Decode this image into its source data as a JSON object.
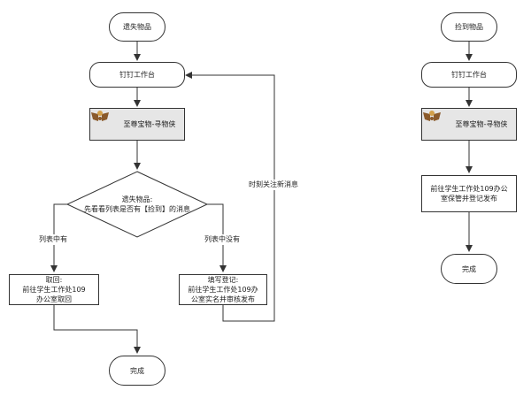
{
  "left_flow": {
    "start": "遗失物品",
    "platform": "钉钉工作台",
    "app_name": "至尊宝物-寻物侠",
    "decision_line1": "遗失物品:",
    "decision_line2": "先看看列表是否有【捡到】的消息",
    "branch_yes_label": "列表中有",
    "branch_no_label": "列表中没有",
    "retrieve_line1": "取回:",
    "retrieve_line2": "前往学生工作处109",
    "retrieve_line3": "办公室取回",
    "register_line1": "填写登记:",
    "register_line2": "前往学生工作处109办",
    "register_line3": "公室实名并审核发布",
    "loop_label": "时刻关注新消息",
    "end": "完成"
  },
  "right_flow": {
    "start": "捡到物品",
    "platform": "钉钉工作台",
    "app_name": "至尊宝物-寻物侠",
    "process_line1": "前往学生工作处109办公",
    "process_line2": "室保管并登记发布",
    "end": "完成"
  },
  "colors": {
    "line": "#333333",
    "app_box_fill": "#e6e6e6",
    "logo_brown": "#8a5a2b",
    "logo_gold": "#d2a04a"
  }
}
